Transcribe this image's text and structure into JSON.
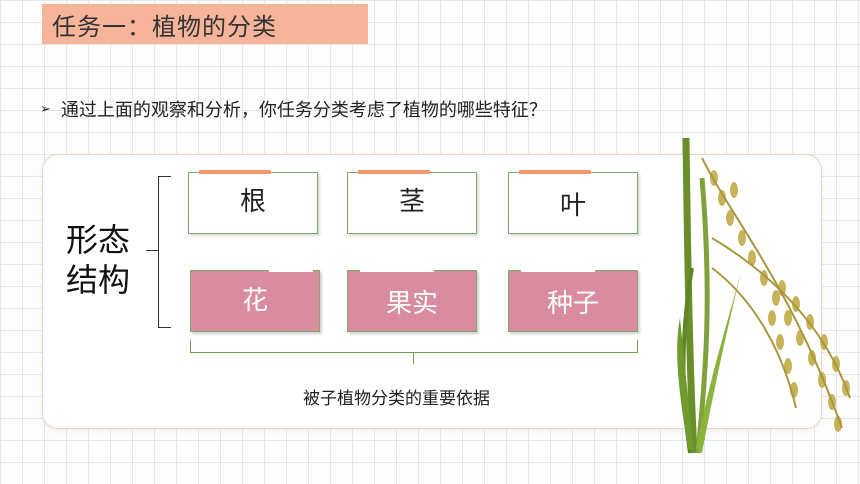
{
  "title": "任务一：植物的分类",
  "question": {
    "bullet": "➢",
    "text": "通过上面的观察和分析，你任务分类考虑了植物的哪些特征？"
  },
  "form_label": [
    "形态",
    "结构"
  ],
  "vegetative_organs": [
    "根",
    "茎",
    "叶"
  ],
  "reproductive_organs": [
    "花",
    "果实",
    "种子"
  ],
  "basis_text": "被子植物分类的重要依据",
  "colors": {
    "title_bg": "#f6b49a",
    "pink_card": "#d98ca0",
    "accent_orange": "#f29a6f",
    "green_border": "#7da86a"
  }
}
